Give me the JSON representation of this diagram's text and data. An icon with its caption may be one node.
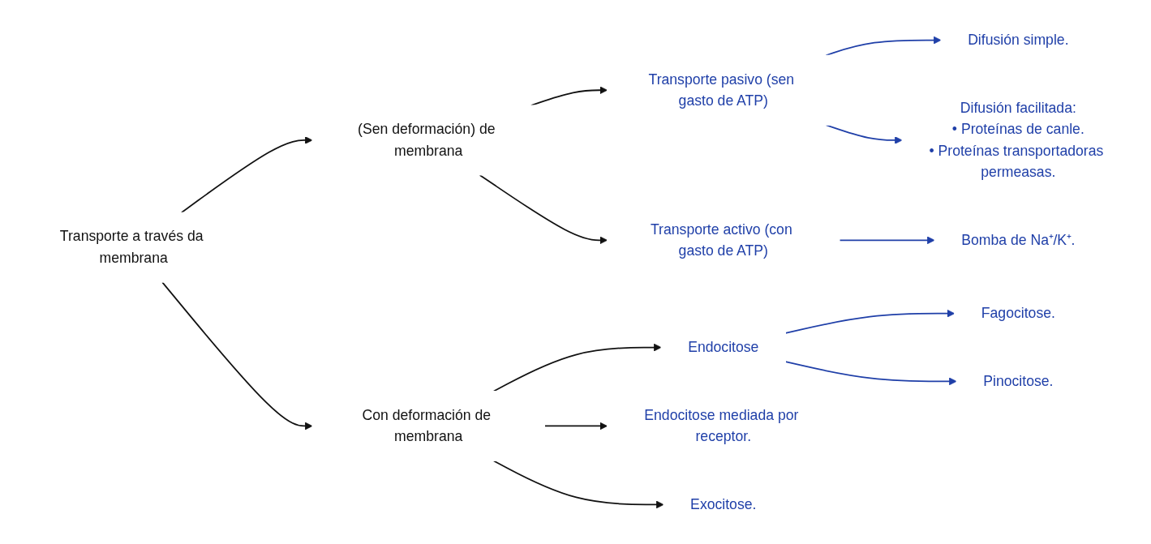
{
  "diagram": {
    "nodes": [
      {
        "text": [
          "Transporte a través da membrana"
        ]
      },
      {
        "text": [
          "(Sen deformación) de membrana"
        ]
      },
      {
        "text": [
          "Transporte pasivo (sen gasto de ATP)"
        ]
      },
      {
        "text": [
          "Difusión simple."
        ]
      },
      {
        "text": [
          "Difusión facilitada:",
          "• Proteínas de canle.",
          "• Proteínas transportadoras permeasas."
        ]
      },
      {
        "text": [
          "Transporte activo (con gasto de ATP)"
        ]
      },
      {
        "text": [
          "Bomba de Na⁺/K⁺."
        ]
      },
      {
        "text": [
          "Con deformación de membrana"
        ]
      },
      {
        "text": [
          "Endocitose"
        ]
      },
      {
        "text": [
          "Fagocitose."
        ]
      },
      {
        "text": [
          "Pinocitose."
        ]
      },
      {
        "text": [
          "Endocitose mediada por receptor."
        ]
      },
      {
        "text": [
          "Exocitose."
        ]
      }
    ],
    "edges": [
      {
        "from": 0,
        "to": 1,
        "arrow": "to"
      },
      {
        "from": 1,
        "to": 2,
        "arrow": "to"
      },
      {
        "from": 2,
        "to": 3,
        "arrow": "to",
        "color": "#1f3fa8"
      },
      {
        "from": 2,
        "to": 4,
        "arrow": "to",
        "color": "#1f3fa8"
      },
      {
        "from": 1,
        "to": 5,
        "arrow": "to"
      },
      {
        "from": 5,
        "to": 6,
        "arrow": "to",
        "color": "#1f3fa8"
      },
      {
        "from": 0,
        "to": 7,
        "arrow": "to"
      },
      {
        "from": 7,
        "to": 8,
        "arrow": "to"
      },
      {
        "from": 8,
        "to": 9,
        "arrow": "to",
        "color": "#1f3fa8"
      },
      {
        "from": 8,
        "to": 10,
        "arrow": "to",
        "color": "#1f3fa8"
      },
      {
        "from": 7,
        "to": 11,
        "arrow": "to"
      },
      {
        "from": 7,
        "to": 12,
        "arrow": "to"
      }
    ]
  }
}
